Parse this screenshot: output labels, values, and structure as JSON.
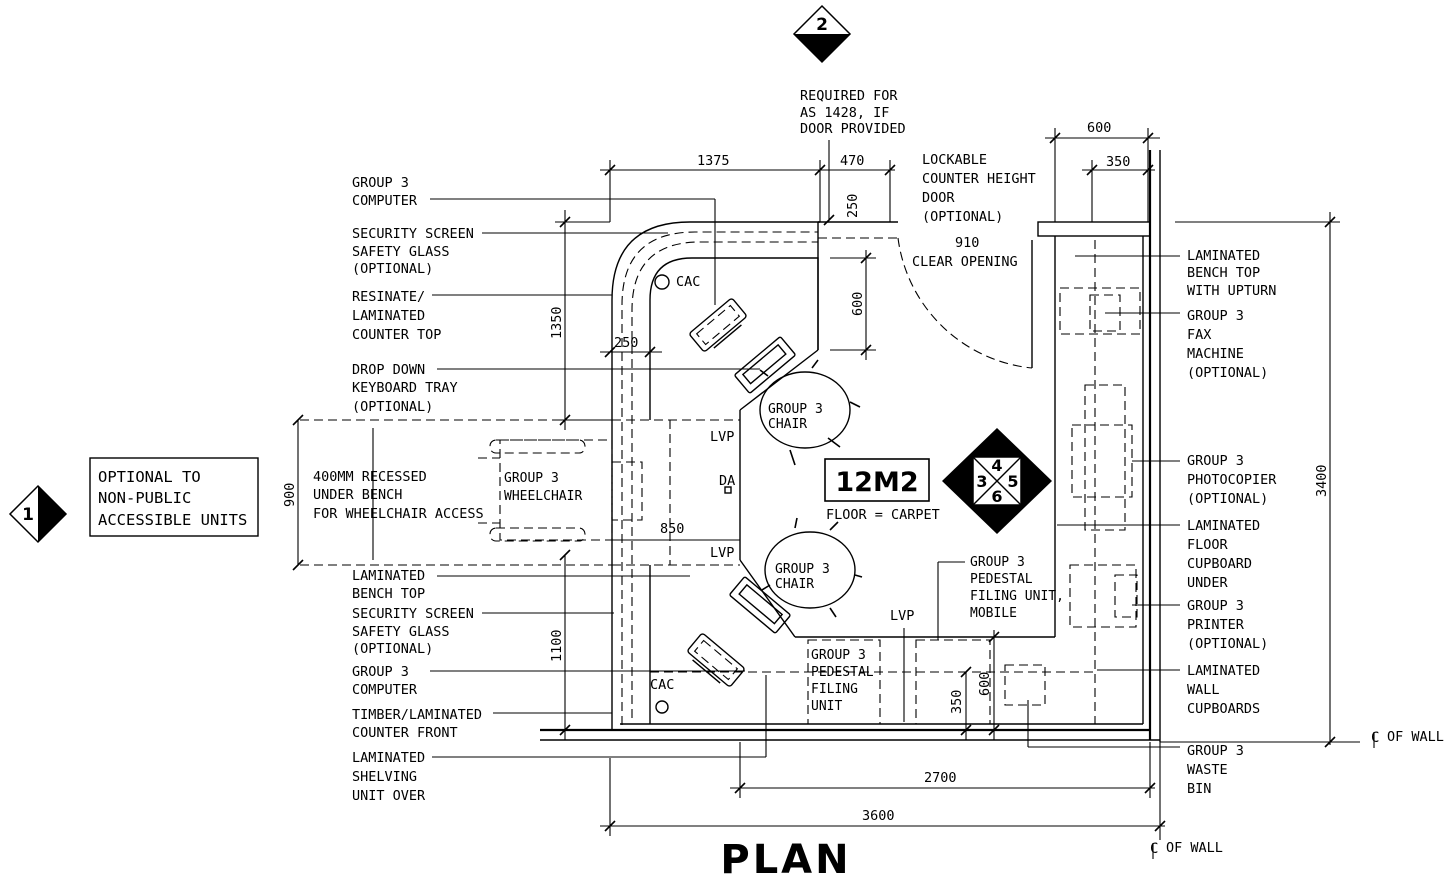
{
  "markers": {
    "top": "2",
    "left": "1",
    "centre": [
      "4",
      "3",
      "5",
      "6"
    ]
  },
  "room": {
    "area": "12M2",
    "floor": "FLOOR = CARPET"
  },
  "notes": {
    "optional_box": [
      "OPTIONAL TO",
      "NON-PUBLIC",
      "ACCESSIBLE UNITS"
    ],
    "required": [
      "REQUIRED FOR",
      "AS 1428, IF",
      "DOOR PROVIDED"
    ],
    "door": [
      "LOCKABLE",
      "COUNTER HEIGHT",
      "DOOR",
      "(OPTIONAL)"
    ],
    "clear_opening": [
      "910",
      "CLEAR OPENING"
    ]
  },
  "left_labels": [
    [
      "GROUP 3",
      "COMPUTER"
    ],
    [
      "SECURITY SCREEN",
      "SAFETY GLASS",
      "(OPTIONAL)"
    ],
    [
      "RESINATE/",
      "LAMINATED",
      "COUNTER TOP"
    ],
    [
      "DROP DOWN",
      "KEYBOARD TRAY",
      "(OPTIONAL)"
    ],
    [
      "400MM RECESSED",
      "UNDER BENCH",
      "FOR WHEELCHAIR ACCESS"
    ],
    [
      "LAMINATED",
      "BENCH TOP"
    ],
    [
      "SECURITY SCREEN",
      "SAFETY GLASS",
      "(OPTIONAL)"
    ],
    [
      "GROUP 3",
      "COMPUTER"
    ],
    [
      "TIMBER/LAMINATED",
      "COUNTER FRONT"
    ],
    [
      "LAMINATED",
      "SHELVING",
      "UNIT OVER"
    ]
  ],
  "right_labels": [
    [
      "LAMINATED",
      "BENCH TOP",
      "WITH UPTURN"
    ],
    [
      "GROUP 3",
      "FAX",
      "MACHINE",
      "(OPTIONAL)"
    ],
    [
      "GROUP 3",
      "PHOTOCOPIER",
      "(OPTIONAL)"
    ],
    [
      "LAMINATED",
      "FLOOR",
      "CUPBOARD",
      "UNDER"
    ],
    [
      "GROUP 3",
      "PRINTER",
      "(OPTIONAL)"
    ],
    [
      "LAMINATED",
      "WALL",
      "CUPBOARDS"
    ],
    [
      "GROUP 3",
      "WASTE",
      "BIN"
    ]
  ],
  "inner_labels": {
    "chair_top": [
      "GROUP 3",
      "CHAIR"
    ],
    "chair_bottom": [
      "GROUP 3",
      "CHAIR"
    ],
    "wheelchair": [
      "GROUP 3",
      "WHEELCHAIR"
    ],
    "pedestal": [
      "GROUP 3",
      "PEDESTAL",
      "FILING",
      "UNIT"
    ],
    "pedestal_mobile": [
      "GROUP 3",
      "PEDESTAL",
      "FILING UNIT,",
      "MOBILE"
    ],
    "cac": "CAC",
    "lvp": "LVP",
    "da": "DA"
  },
  "dimensions": {
    "d1375": "1375",
    "d470": "470",
    "d250_top": "250",
    "d600_top": "600",
    "d350_top": "350",
    "d1350": "1350",
    "d250_left": "250",
    "d600_mid": "600",
    "d900": "900",
    "d850": "850",
    "d1100": "1100",
    "d350_bot": "350",
    "d600_bot": "600",
    "d2700": "2700",
    "d3600": "3600",
    "d3400": "3400"
  },
  "wall": {
    "cl_right": "OF WALL",
    "cl_bottom": "OF WALL"
  },
  "title": "PLAN"
}
